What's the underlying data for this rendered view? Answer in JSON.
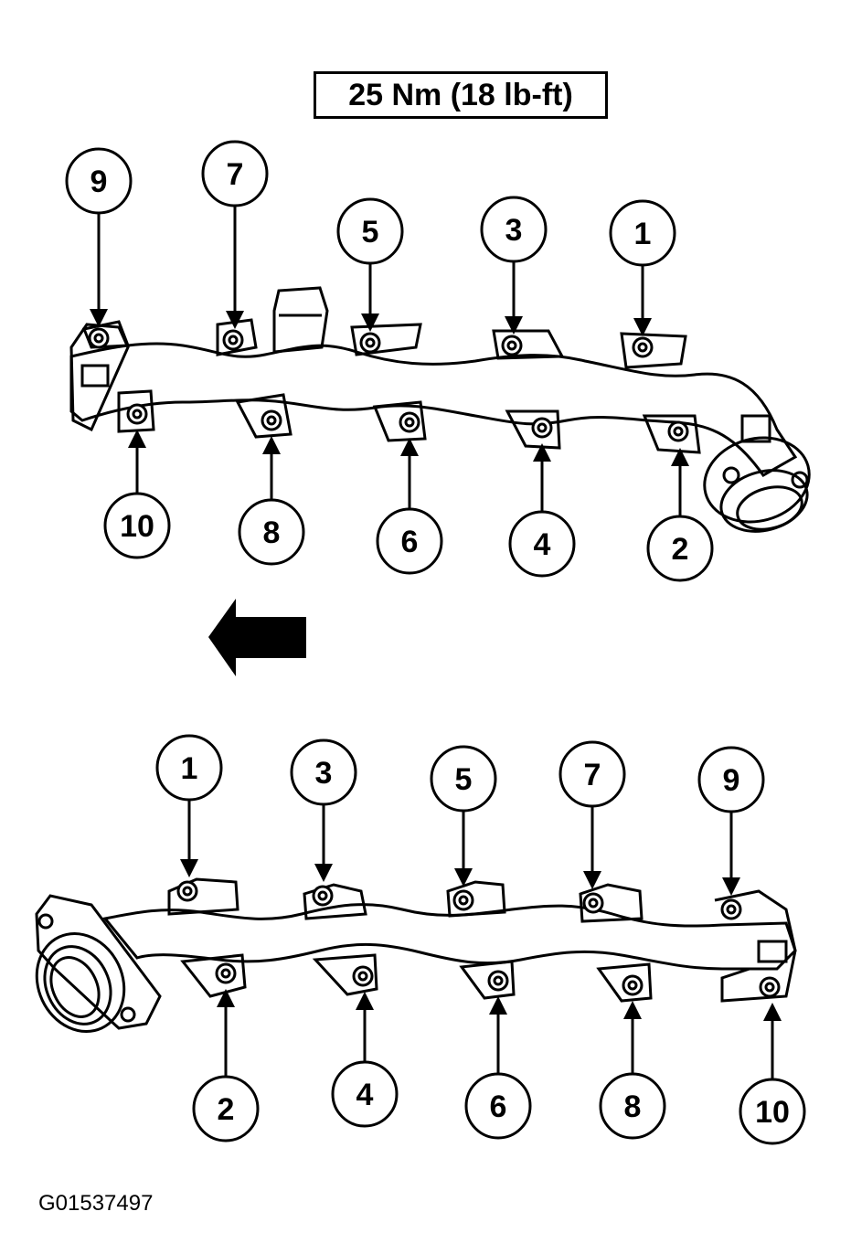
{
  "torque_spec": "25 Nm (18 lb-ft)",
  "figure_id": "G01537497",
  "upper_manifold": {
    "top_callouts": [
      "9",
      "7",
      "5",
      "3",
      "1"
    ],
    "bottom_callouts": [
      "10",
      "8",
      "6",
      "4",
      "2"
    ]
  },
  "lower_manifold": {
    "top_callouts": [
      "1",
      "3",
      "5",
      "7",
      "9"
    ],
    "bottom_callouts": [
      "2",
      "4",
      "6",
      "8",
      "10"
    ]
  },
  "direction_arrow": "pointing-left",
  "colors": {
    "line": "#000000",
    "background": "#ffffff"
  }
}
